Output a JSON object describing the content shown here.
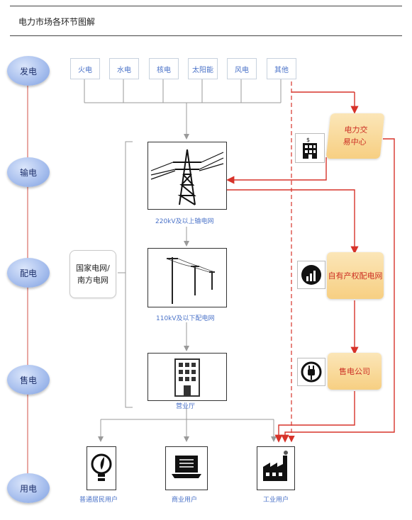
{
  "title": "电力市场各环节图解",
  "stages": [
    "发电",
    "输电",
    "配电",
    "售电",
    "用电"
  ],
  "generation": [
    "火电",
    "水电",
    "核电",
    "太阳能",
    "风电",
    "其他"
  ],
  "transmission_caption": "220kV及以上输电网",
  "distribution_caption": "110kV及以下配电网",
  "sales_hall_caption": "营业厅",
  "grid_company": "国家电网/南方电网",
  "trading_center": "电力交易中心",
  "self_owned_grid": "自有产权配电网",
  "retail_company": "售电公司",
  "users": [
    "普通居民用户",
    "商业用户",
    "工业用户"
  ],
  "colors": {
    "red_flow": "#d7332a",
    "grey_flow": "#9a9a9a",
    "stage_blue": "#8fa9e6",
    "orange_box": "#f7d48f"
  }
}
